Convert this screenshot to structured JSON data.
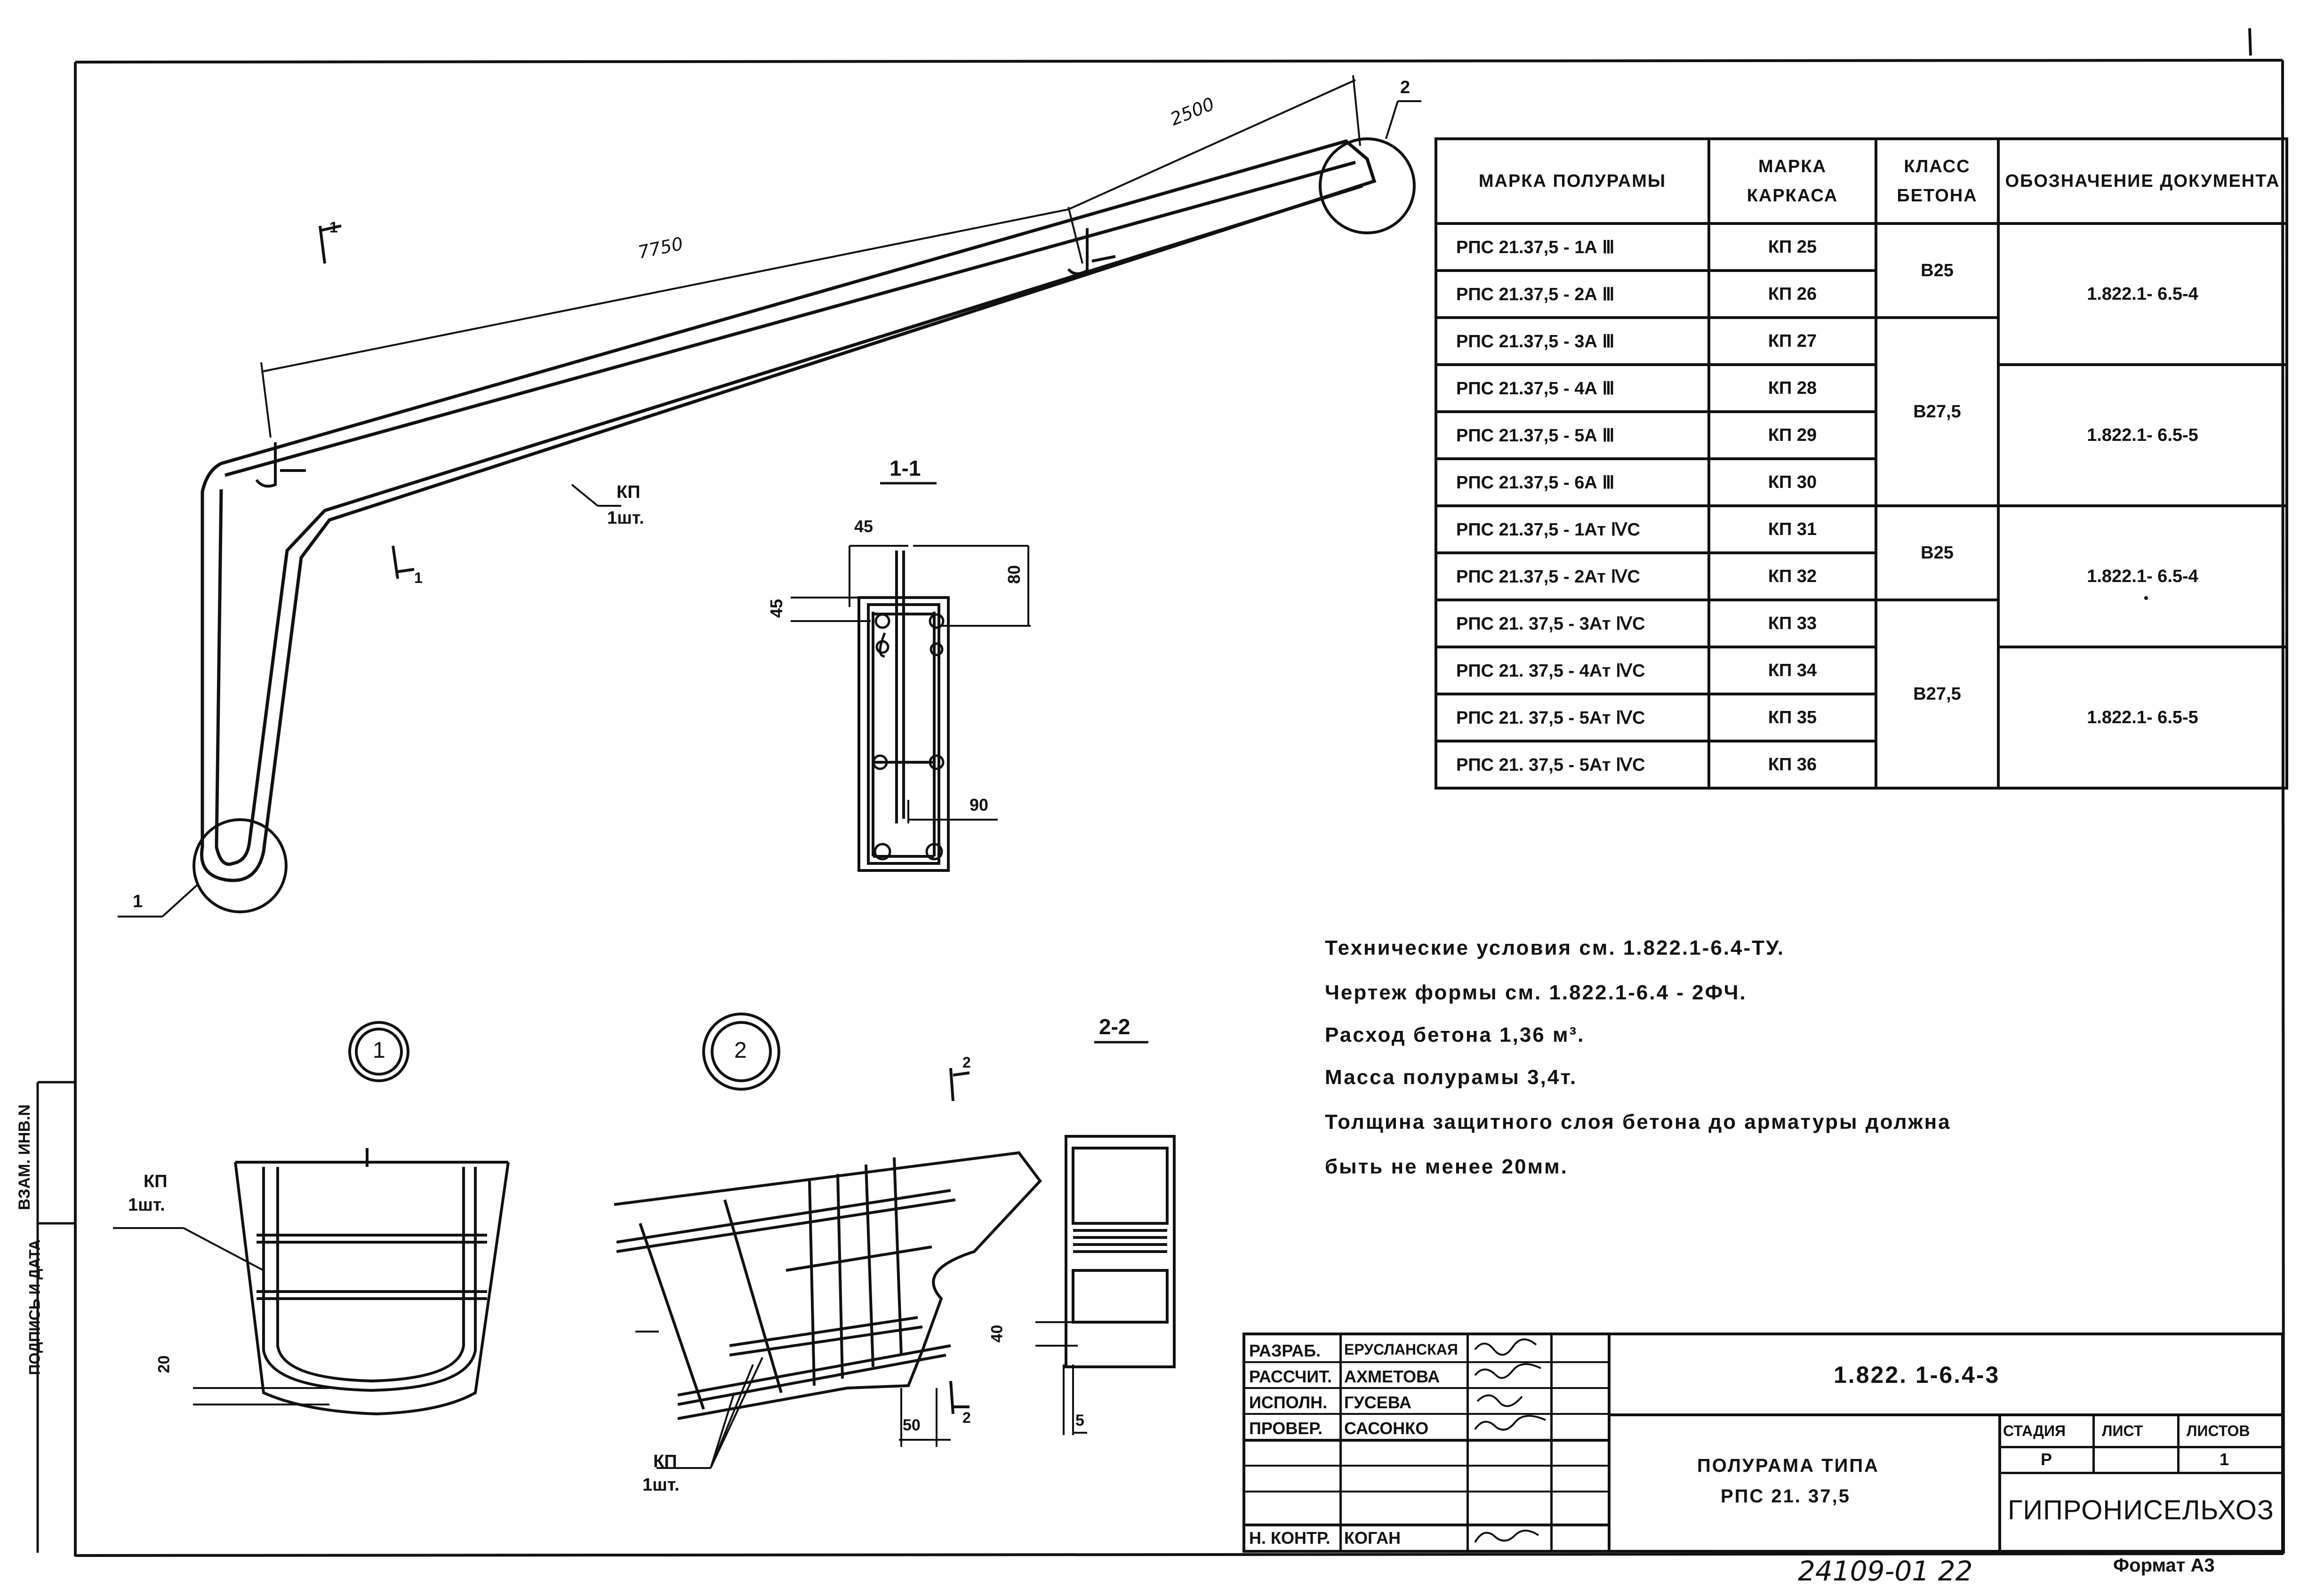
{
  "side_stamp": {
    "vzam": "ВЗАМ. ИНВ.N",
    "podpis": "ПОДПИСЬ И ДАТА"
  },
  "drawing": {
    "dim_7750": "7750",
    "dim_2500": "2500",
    "callout_1": "1",
    "callout_2": "2",
    "kp_label": "КП",
    "kp_count": "1шт.",
    "section_mark_1": "1",
    "section_mark_2": "2"
  },
  "section_1_1": {
    "title": "1-1",
    "dim_45_top": "45",
    "dim_45_left": "45",
    "dim_80": "80",
    "dim_90": "90"
  },
  "detail_1": {
    "number": "1",
    "kp_label": "КП",
    "kp_count": "1шт.",
    "dim_20": "20"
  },
  "detail_2": {
    "number": "2",
    "kp_label": "КП",
    "kp_count": "1шт.",
    "dim_50": "50"
  },
  "section_2_2": {
    "title": "2-2",
    "dim_40": "40",
    "dim_5": "5"
  },
  "table": {
    "headers": {
      "mark_poluramy": "МАРКА ПОЛУРАМЫ",
      "mark_karkasa": "МАРКА КАРКАСА",
      "klass_betona": "КЛАСС БЕТОНА",
      "oboznachenie": "ОБОЗНАЧЕНИЕ ДОКУМЕНТА"
    },
    "rows": [
      {
        "mark": "РПС 21.37,5 - 1А Ⅲ",
        "karkas": "КП 25"
      },
      {
        "mark": "РПС 21.37,5 - 2А Ⅲ",
        "karkas": "КП 26"
      },
      {
        "mark": "РПС 21.37,5 - 3А Ⅲ",
        "karkas": "КП 27"
      },
      {
        "mark": "РПС 21.37,5 - 4А Ⅲ",
        "karkas": "КП 28"
      },
      {
        "mark": "РПС 21.37,5 - 5А Ⅲ",
        "karkas": "КП 29"
      },
      {
        "mark": "РПС 21.37,5 - 6А Ⅲ",
        "karkas": "КП 30"
      },
      {
        "mark": "РПС 21.37,5 - 1Ат ⅣС",
        "karkas": "КП 31"
      },
      {
        "mark": "РПС 21.37,5 - 2Ат ⅣС",
        "karkas": "КП 32"
      },
      {
        "mark": "РПС 21. 37,5 - 3Ат ⅣС",
        "karkas": "КП 33"
      },
      {
        "mark": "РПС 21. 37,5 - 4Ат ⅣС",
        "karkas": "КП 34"
      },
      {
        "mark": "РПС 21. 37,5 - 5Ат ⅣС",
        "karkas": "КП 35"
      },
      {
        "mark": "РПС 21. 37,5 - 5Ат ⅣС",
        "karkas": "КП 36"
      }
    ],
    "klass": [
      "В25",
      "В27,5",
      "В25",
      "В27,5"
    ],
    "docs": [
      "1.822.1- 6.5-4",
      "1.822.1- 6.5-5",
      "1.822.1- 6.5-4",
      "•",
      "1.822.1- 6.5-5"
    ]
  },
  "notes": [
    "Технические условия см. 1.822.1-6.4-ТУ.",
    "Чертеж формы см. 1.822.1-6.4 - 2ФЧ.",
    "Расход бетона 1,36 м³.",
    "Масса полурамы 3,4т.",
    "Толщина защитного слоя бетона до арматуры должна",
    "быть не менее 20мм."
  ],
  "title_block": {
    "roles": [
      "РАЗРАБ.",
      "РАССЧИТ.",
      "ИСПОЛН.",
      "ПРОВЕР.",
      "Н. КОНТР."
    ],
    "names": [
      "ЕРУСЛАНСКАЯ",
      "АХМЕТОВА",
      "ГУСЕВА",
      "САСОНКО",
      "КОГАН"
    ],
    "doc_code": "1.822. 1-6.4-3",
    "name_line1": "ПОЛУРАМА ТИПА",
    "name_line2": "РПС 21. 37,5",
    "stadia_label": "СТАДИЯ",
    "list_label": "ЛИСТ",
    "listov_label": "ЛИСТОВ",
    "stadia": "Р",
    "listov": "1",
    "org": "ГИПРОНИСЕЛЬХОЗ"
  },
  "footer": {
    "inventory": "24109-01 22",
    "format": "Формат А3"
  }
}
